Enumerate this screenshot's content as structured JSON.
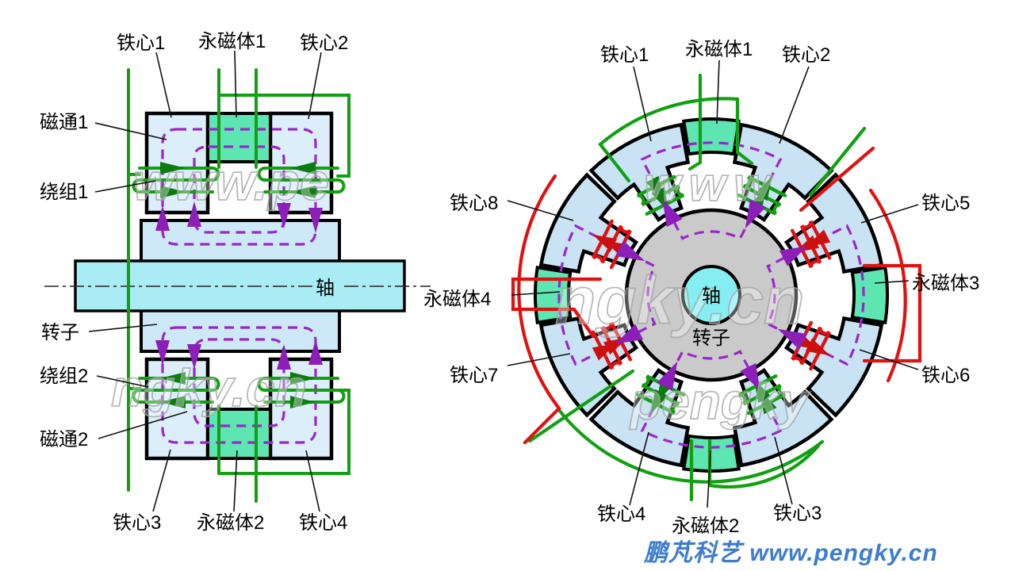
{
  "left_diagram": {
    "labels": {
      "core1": "铁心1",
      "magnet1": "永磁体1",
      "core2": "铁心2",
      "flux1": "磁通1",
      "winding1": "绕组1",
      "shaft": "轴",
      "rotor": "转子",
      "winding2": "绕组2",
      "flux2": "磁通2",
      "core3": "铁心3",
      "magnet2": "永磁体2",
      "core4": "铁心4"
    }
  },
  "right_diagram": {
    "labels": {
      "core1": "铁心1",
      "magnet1": "永磁体1",
      "core2": "铁心2",
      "core8": "铁心8",
      "core5": "铁心5",
      "magnet4": "永磁体4",
      "magnet3": "永磁体3",
      "core7": "铁心7",
      "core6": "铁心6",
      "core4": "铁心4",
      "magnet2": "永磁体2",
      "core3": "铁心3",
      "shaft": "轴",
      "rotor": "转子"
    }
  },
  "watermarks": {
    "left_top": "www.pe",
    "left_bottom": "ngky.cn",
    "right_top": "www",
    "right_middle": "ngky.cn",
    "right_bottom": "pengky"
  },
  "footer": {
    "credit": "鹏芃科艺 www.pengky.cn"
  },
  "colors": {
    "wire_green": "#12a012",
    "wire_red": "#e01111",
    "flux_purple": "#9a26cc",
    "arrow_purple": "#8b1fb8",
    "core_blue_left": "#dceef9",
    "rotor_blue": "#cde9f7",
    "shaft_cyan": "#a9ecf4",
    "core_blue_right": "#c9e3f5",
    "rotor_gray": "#cacaca",
    "shaft_cyan_right": "#85eef2",
    "magnet_green": "#5de5b2",
    "footer_blue": "#3d7cce"
  }
}
